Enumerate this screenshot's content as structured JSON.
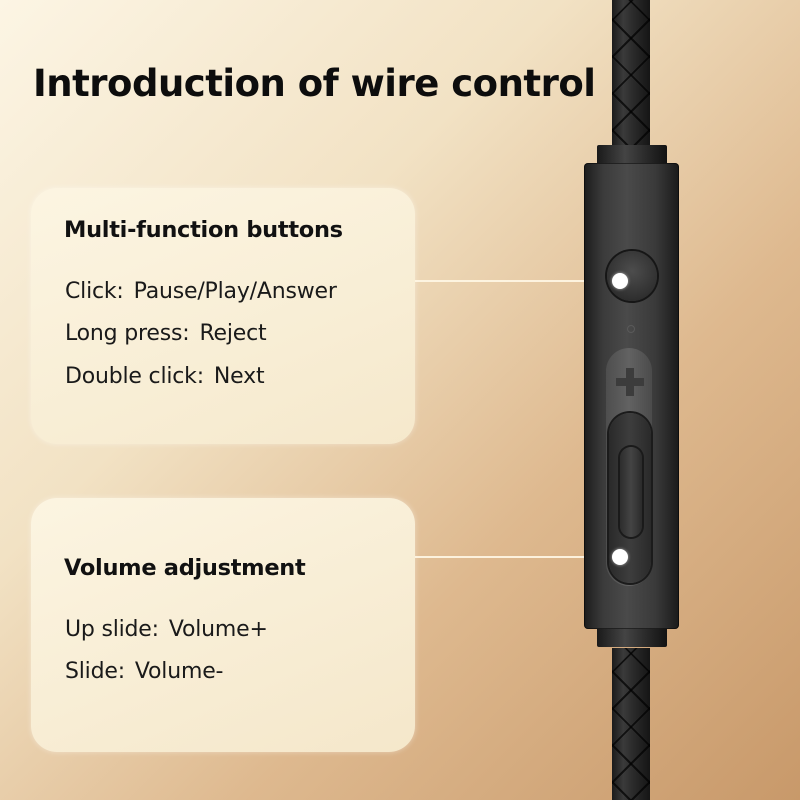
{
  "title": "Introduction of wire control",
  "colors": {
    "background_start": "#fcf5e4",
    "background_end": "#c8996a",
    "card_background": "#f8eed6",
    "text": "#111111",
    "device_body": "#3a3a3a",
    "callout_dot": "#ffffff"
  },
  "cards": [
    {
      "heading": "Multi-function buttons",
      "lines": [
        {
          "key": "Click:",
          "value": "Pause/Play/Answer"
        },
        {
          "key": "Long press:",
          "value": "Reject"
        },
        {
          "key": "Double click:",
          "value": "Next"
        }
      ]
    },
    {
      "heading": "Volume adjustment",
      "lines": [
        {
          "key": "Up slide:",
          "value": "Volume+"
        },
        {
          "key": "Slide:",
          "value": "Volume-"
        }
      ]
    }
  ],
  "device": {
    "icons": {
      "multifunction_button": "round-button",
      "microphone": "mic-hole",
      "volume_up": "plus-icon",
      "volume_slider": "slider-slot"
    }
  }
}
